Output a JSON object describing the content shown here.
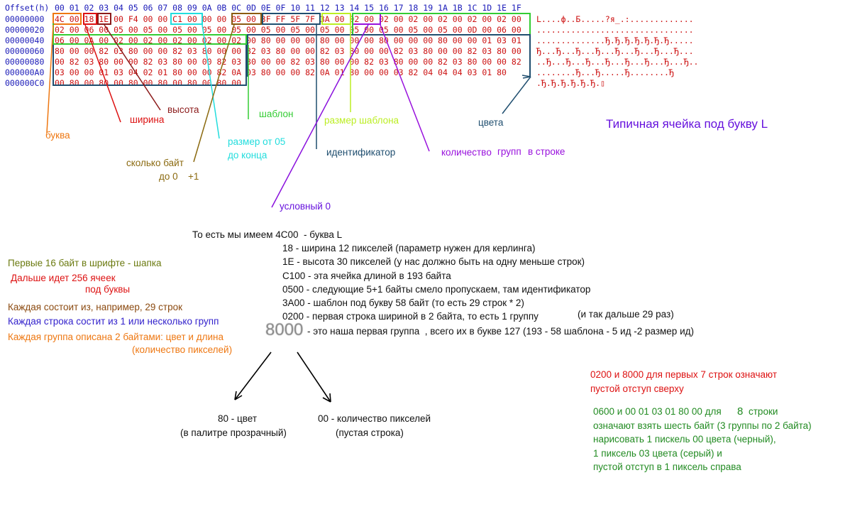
{
  "hex": {
    "header_label": "Offset(h)",
    "columns": "00 01 02 03 04 05 06 07 08 09 0A 0B 0C 0D 0E 0F 10 11 12 13 14 15 16 17 18 19 1A 1B 1C 1D 1E 1F",
    "rows": [
      {
        "offset": "00000000",
        "bytes": "4C 00 18 1E 00 F4 00 00 C1 00 00 00 05 00 3F FF 5F 7F 3A 00 02 00 02 00 02 00 02 00 02 00 02 00",
        "ascii": "L....ф..Б.....?я_.:............."
      },
      {
        "offset": "00000020",
        "bytes": "02 00 06 00 05 00 05 00 05 00 05 00 05 00 05 00 05 00 05 00 05 00 05 00 05 00 05 00 0D 00 06 00",
        "ascii": "................................"
      },
      {
        "offset": "00000040",
        "bytes": "06 00 0A 00 02 00 02 00 02 00 02 00 02 00 80 00 00 00 80 00 00 00 80 00 00 00 80 00 00 01 03 01",
        "ascii": "..............Ђ.Ђ.Ђ.Ђ.Ђ.Ђ.Ђ....."
      },
      {
        "offset": "00000060",
        "bytes": "80 00 00 82 03 80 00 00 82 03 80 00 00 82 03 80 00 00 82 03 80 00 00 82 03 80 00 00 82 03 80 00",
        "ascii": "Ђ...Ђ...Ђ...Ђ...Ђ...Ђ...Ђ...Ђ..."
      },
      {
        "offset": "00000080",
        "bytes": "00 82 03 80 00 00 82 03 80 00 00 82 03 80 00 00 82 03 80 00 00 82 03 80 00 00 82 03 80 00 00 82",
        "ascii": "..Ђ...Ђ...Ђ...Ђ...Ђ...Ђ...Ђ...Ђ.."
      },
      {
        "offset": "000000A0",
        "bytes": "03 00 00 01 03 04 02 01 80 00 00 82 0A 03 80 00 00 82 0A 01 80 00 00 03 82 04 04 04 03 01 80",
        "ascii": "........Ђ...Ђ.....Ђ........Ђ"
      },
      {
        "offset": "000000C0",
        "bytes": "00 80 00 80 00 80 00 80 00 80 00 80 00",
        "ascii": ".Ђ.Ђ.Ђ.Ђ.Ђ.Ђ.▯"
      }
    ]
  },
  "annotations": {
    "bukva": "буква",
    "shirina": "ширина",
    "vysota": "высота",
    "skolko": "сколько байт",
    "do0": "до 0",
    "plus1": "+1",
    "razmer05": "размер от 05",
    "do_konca": "до конца",
    "shablon": "шаблон",
    "identifikator": "идентификатор",
    "razmer_shablona": "размер шаблона",
    "kolichestvo": "количествo",
    "grupp": "групп",
    "v_stroke": "в строке",
    "cveta": "цвета",
    "uslovny0": "условный 0",
    "typical": "Типичная ячейка под букву L"
  },
  "explanation": {
    "intro": "То есть мы имеем 4С00  - буква L",
    "lines": [
      "18 - ширина 12 пикселей (параметр нужен для керлинга)",
      "1E - высота 30 пикселей (у нас должно быть на одну меньше строк)",
      "С100 - эта ячейка длиной в 193 байта",
      "0500 - следующие 5+1 байты смело пропускаем, там идентификатор",
      "3A00 - шаблон под букву 58 байт (то есть 29 строк * 2)",
      "0200 - первая строка шириной в 2 байта, то есть 1 группу"
    ],
    "group_line": "- это наша первая группа  , всего их в букве 127 (193 - 58 шаблона - 5 ид -2 размер ид)",
    "big_8000": "8000",
    "and_so_on": "(и так дальше 29 раз)",
    "color80": "80 - цвет",
    "color80_sub": "(в палитре прозрачный)",
    "count00": "00 - количество пикселей",
    "count00_sub": "(пустая строка)"
  },
  "left_notes": {
    "header": "Первые 16 байт в шрифте - шапка",
    "cells1": "Дальше идет 256 ячеек",
    "cells2": "под буквы",
    "rows29": "Каждая состоит из, например, 29 строк",
    "groups": "Каждая строка состит из 1 или несколько групп",
    "pairs": "Каждая группа описана 2 байтами: цвет и длина",
    "pairs_sub": "(количество пикселей)"
  },
  "right_notes": {
    "red1": "0200 и 8000 для первых 7 строк означают",
    "red2": "пустой отступ сверху",
    "g1a": "0600 и 00 01 03 01 80 00 для",
    "g1b": "8",
    "g1c": "строки",
    "g2": "означают взять шесть байт (3 группы по 2 байта)",
    "g3": "нарисовать 1 пискель 00 цвета (черный),",
    "g4": "1 пиксель 03 цвета (серый) и",
    "g5": "пустой отступ в 1 пиксель справа"
  },
  "colors": {
    "orange": "#ee7711",
    "red": "#dd1111",
    "maroon": "#8b1a1a",
    "cyan": "#22dddd",
    "olive": "#8b6a10",
    "green": "#33cc33",
    "navy": "#1f4e6f",
    "lime": "#bbee22",
    "violet": "#9911dd",
    "blue": "#2a5599",
    "title": "#6611dd"
  }
}
